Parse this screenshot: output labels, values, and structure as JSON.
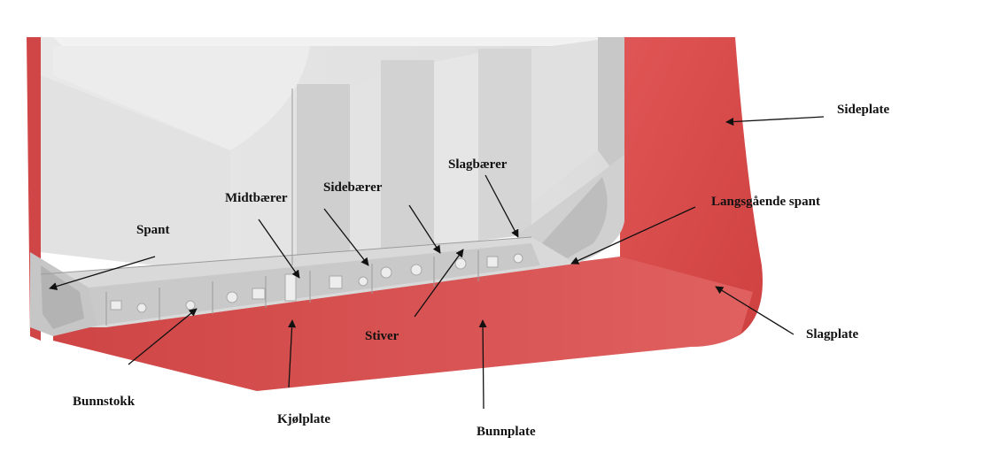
{
  "labels": {
    "sideplate": "Sideplate",
    "slagbaerer": "Slagbærer",
    "langsgaende_spant": "Langsgående spant",
    "midtbaerer": "Midtbærer",
    "sidebaerer": "Sidebærer",
    "spant": "Spant",
    "stiver": "Stiver",
    "slagplate": "Slagplate",
    "bunnstokk": "Bunnstokk",
    "kjolplate": "Kjølplate",
    "bunnplate": "Bunnplate"
  },
  "colors": {
    "hull_red": "#d94a4a",
    "hull_red_dark": "#c23b3b",
    "interior_light": "#ededed",
    "interior_mid": "#d6d6d6",
    "interior_dark": "#bfbfbf",
    "arrow": "#111111"
  }
}
